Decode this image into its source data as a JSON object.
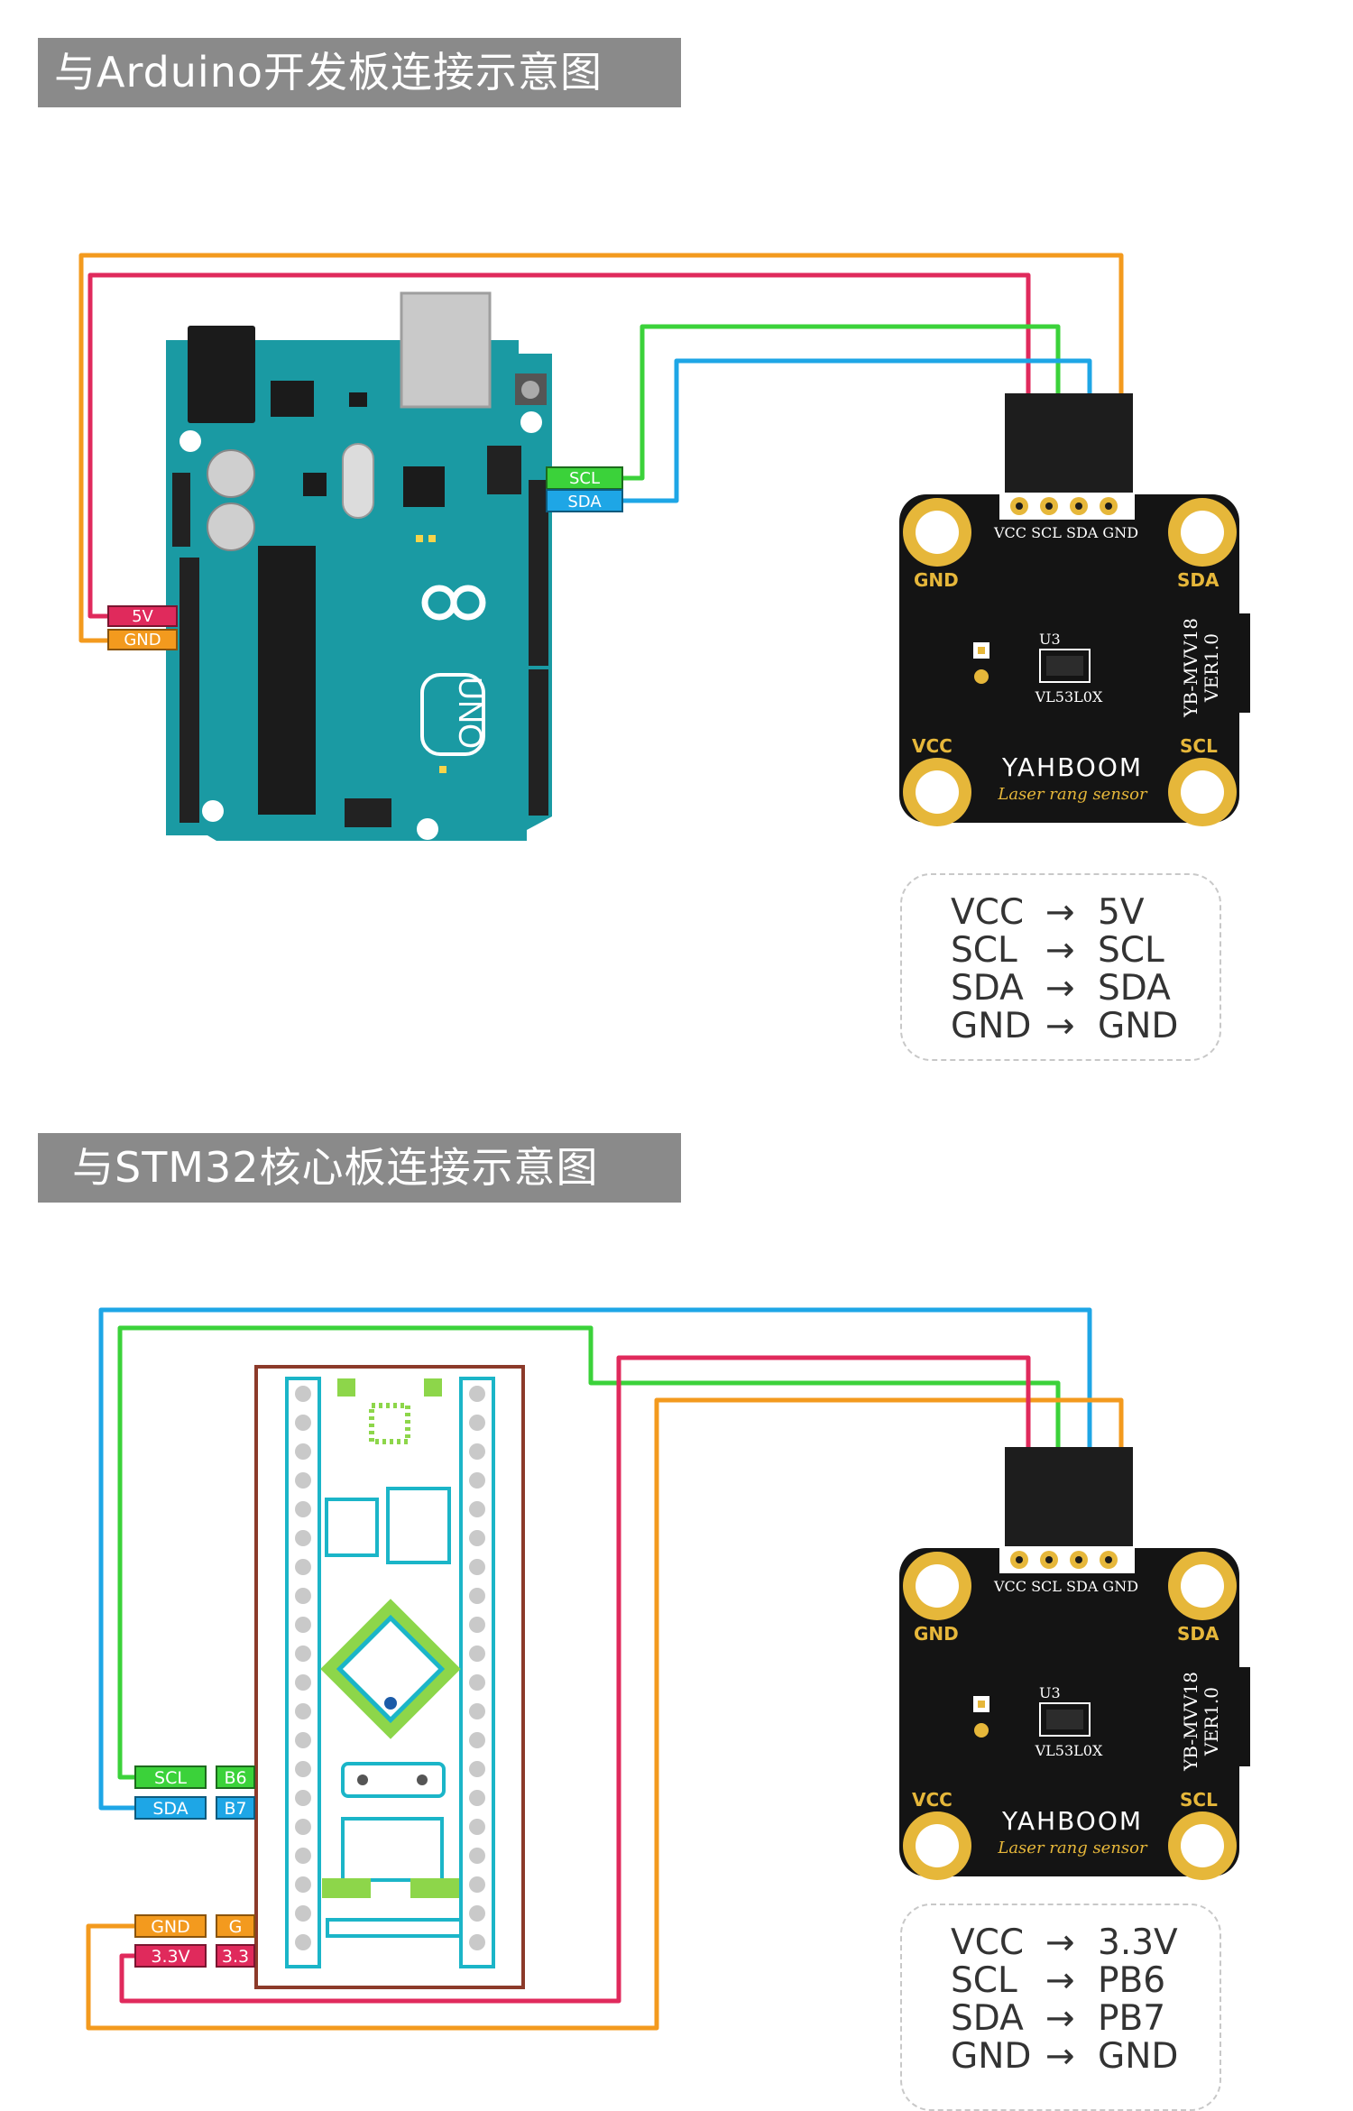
{
  "sections": [
    {
      "title": "与Arduino开发板连接示意图",
      "arduino": {
        "pins_left": {
          "p5v": "5V",
          "gnd": "GND"
        },
        "pins_right": {
          "scl": "SCL",
          "sda": "SDA"
        }
      },
      "mapping": [
        {
          "from": "VCC",
          "to": "5V"
        },
        {
          "from": "SCL",
          "to": "SCL"
        },
        {
          "from": "SDA",
          "to": "SDA"
        },
        {
          "from": "GND",
          "to": "GND"
        }
      ]
    },
    {
      "title": "与STM32核心板连接示意图",
      "stm32": {
        "labels": {
          "scl": "SCL",
          "sda": "SDA",
          "gnd": "GND",
          "v33": "3.3V"
        },
        "pins": {
          "b6": "B6",
          "b7": "B7",
          "g": "G",
          "v33": "3.3"
        }
      },
      "mapping": [
        {
          "from": "VCC",
          "to": "3.3V"
        },
        {
          "from": "SCL",
          "to": "PB6"
        },
        {
          "from": "SDA",
          "to": "PB7"
        },
        {
          "from": "GND",
          "to": "GND"
        }
      ]
    }
  ],
  "sensor": {
    "header_pins": "VCC SCL SDA GND",
    "corner_gnd": "GND",
    "corner_sda": "SDA",
    "corner_vcc": "VCC",
    "corner_scl": "SCL",
    "chip_ref": "U3",
    "chip_name": "VL53L0X",
    "model": "YB-MVV18",
    "version": "VER1.0",
    "brand": "YAHBOOM",
    "caption": "Laser rang sensor"
  },
  "colors": {
    "wire_orange": "#f39a1e",
    "wire_red": "#e02a5c",
    "wire_green": "#3bd23a",
    "wire_blue": "#1ea6e6",
    "arduino_board": "#1a9aa3",
    "stm32_board": "#1bb5c8",
    "sensor_board": "#141414",
    "pad_gold": "#e6b73a"
  }
}
